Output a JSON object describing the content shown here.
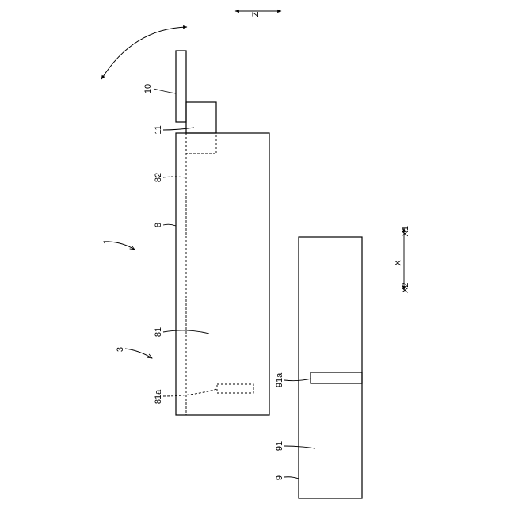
{
  "labels": {
    "z_axis": "Z",
    "x_axis": "X",
    "x1": "X1",
    "x2": "X2",
    "ref_1": "1",
    "ref_3": "3",
    "ref_8": "8",
    "ref_9": "9",
    "ref_10": "10",
    "ref_11": "11",
    "ref_81": "81",
    "ref_81a": "81a",
    "ref_82": "82",
    "ref_91": "91",
    "ref_91a": "91a"
  }
}
